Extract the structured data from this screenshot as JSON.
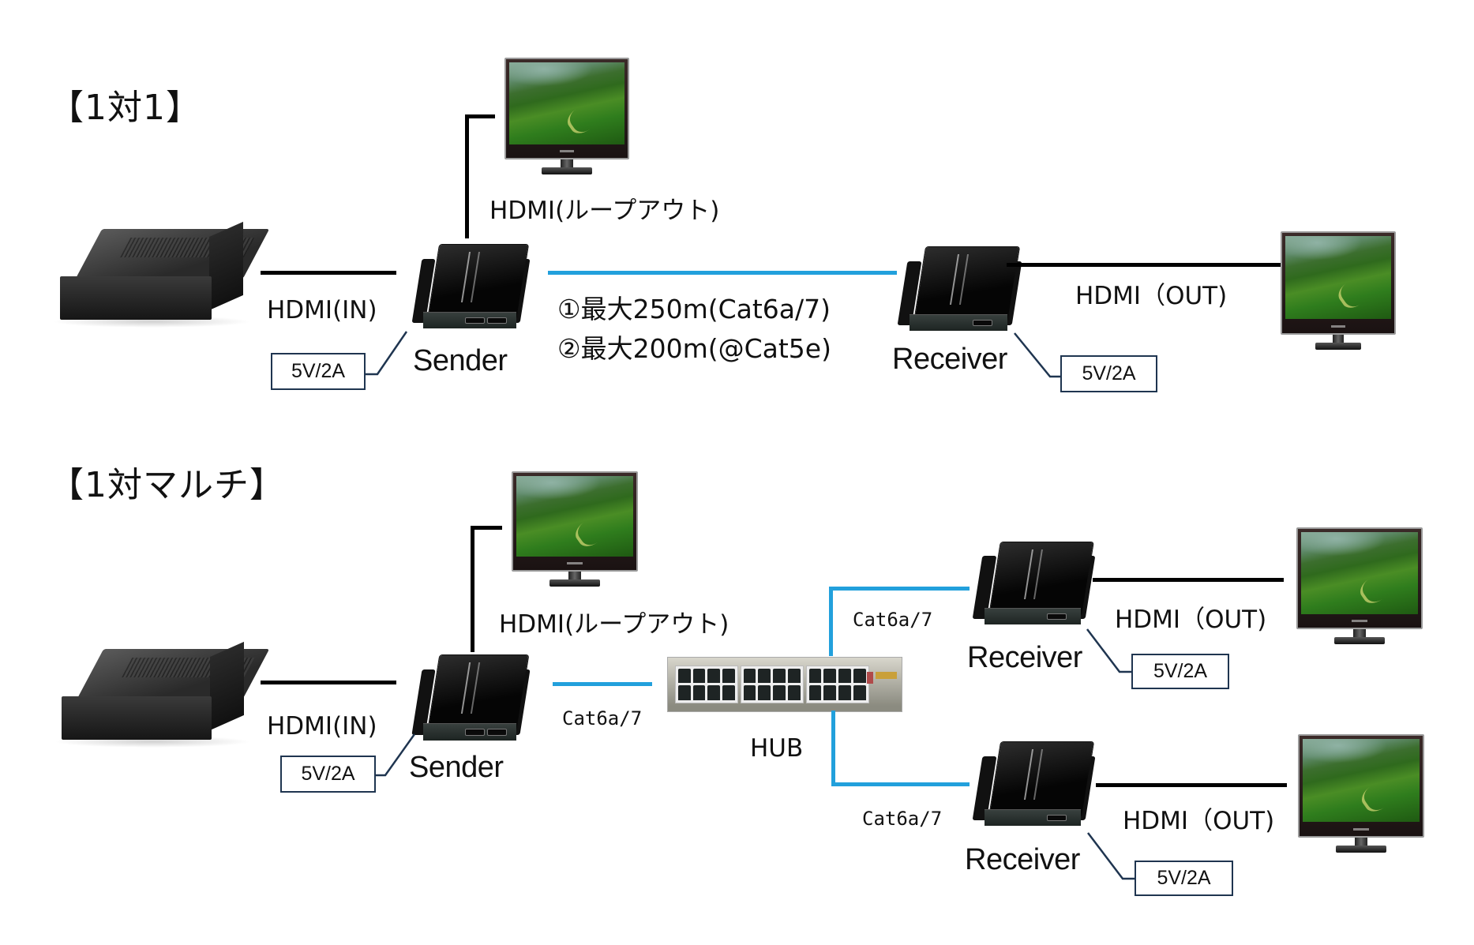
{
  "diagram": {
    "colors": {
      "hdmi_cable": "#000000",
      "lan_cable": "#22a0dc",
      "power_box_border": "#1f3550"
    },
    "section_one_to_one": {
      "title": "【1対1】",
      "source_device": "recorder-box",
      "hdmi_in_label": "HDMI(IN)",
      "sender_label": "Sender",
      "sender_power": "5V/2A",
      "loopout_label": "HDMI(ループアウト)",
      "distance_notes": [
        "①最大250m(Cat6a/7)",
        "②最大200m(@Cat5e)"
      ],
      "receiver_label": "Receiver",
      "receiver_power": "5V/2A",
      "hdmi_out_label": "HDMI（OUT)"
    },
    "section_one_to_multi": {
      "title": "【1対マルチ】",
      "source_device": "recorder-box",
      "hdmi_in_label": "HDMI(IN)",
      "sender_label": "Sender",
      "sender_power": "5V/2A",
      "loopout_label": "HDMI(ループアウト)",
      "sender_to_hub_cable": "Cat6a/7",
      "hub_label": "HUB",
      "receivers": [
        {
          "cable_label": "Cat6a/7",
          "receiver_label": "Receiver",
          "power": "5V/2A",
          "hdmi_out_label": "HDMI（OUT)"
        },
        {
          "cable_label": "Cat6a/7",
          "receiver_label": "Receiver",
          "power": "5V/2A",
          "hdmi_out_label": "HDMI（OUT)"
        }
      ]
    }
  }
}
